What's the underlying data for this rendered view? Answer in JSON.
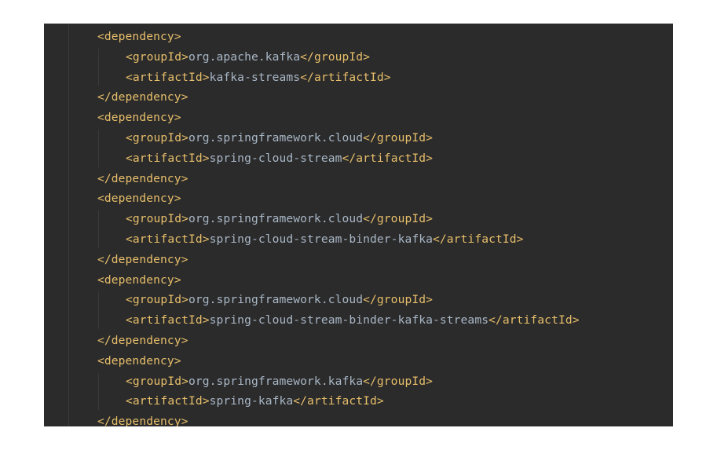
{
  "editor": {
    "colors": {
      "background": "#2b2b2b",
      "tag": "#e8bf6a",
      "text": "#a9b7c6"
    },
    "lines": [
      {
        "indent": 0,
        "open": "<dependency>",
        "value": "",
        "close": ""
      },
      {
        "indent": 1,
        "open": "<groupId>",
        "value": "org.apache.kafka",
        "close": "</groupId>"
      },
      {
        "indent": 1,
        "open": "<artifactId>",
        "value": "kafka-streams",
        "close": "</artifactId>"
      },
      {
        "indent": 0,
        "open": "</dependency>",
        "value": "",
        "close": ""
      },
      {
        "indent": 0,
        "open": "<dependency>",
        "value": "",
        "close": ""
      },
      {
        "indent": 1,
        "open": "<groupId>",
        "value": "org.springframework.cloud",
        "close": "</groupId>"
      },
      {
        "indent": 1,
        "open": "<artifactId>",
        "value": "spring-cloud-stream",
        "close": "</artifactId>"
      },
      {
        "indent": 0,
        "open": "</dependency>",
        "value": "",
        "close": ""
      },
      {
        "indent": 0,
        "open": "<dependency>",
        "value": "",
        "close": ""
      },
      {
        "indent": 1,
        "open": "<groupId>",
        "value": "org.springframework.cloud",
        "close": "</groupId>"
      },
      {
        "indent": 1,
        "open": "<artifactId>",
        "value": "spring-cloud-stream-binder-kafka",
        "close": "</artifactId>"
      },
      {
        "indent": 0,
        "open": "</dependency>",
        "value": "",
        "close": ""
      },
      {
        "indent": 0,
        "open": "<dependency>",
        "value": "",
        "close": ""
      },
      {
        "indent": 1,
        "open": "<groupId>",
        "value": "org.springframework.cloud",
        "close": "</groupId>"
      },
      {
        "indent": 1,
        "open": "<artifactId>",
        "value": "spring-cloud-stream-binder-kafka-streams",
        "close": "</artifactId>"
      },
      {
        "indent": 0,
        "open": "</dependency>",
        "value": "",
        "close": ""
      },
      {
        "indent": 0,
        "open": "<dependency>",
        "value": "",
        "close": ""
      },
      {
        "indent": 1,
        "open": "<groupId>",
        "value": "org.springframework.kafka",
        "close": "</groupId>"
      },
      {
        "indent": 1,
        "open": "<artifactId>",
        "value": "spring-kafka",
        "close": "</artifactId>"
      },
      {
        "indent": 0,
        "open": "</dependency>",
        "value": "",
        "close": ""
      }
    ]
  }
}
